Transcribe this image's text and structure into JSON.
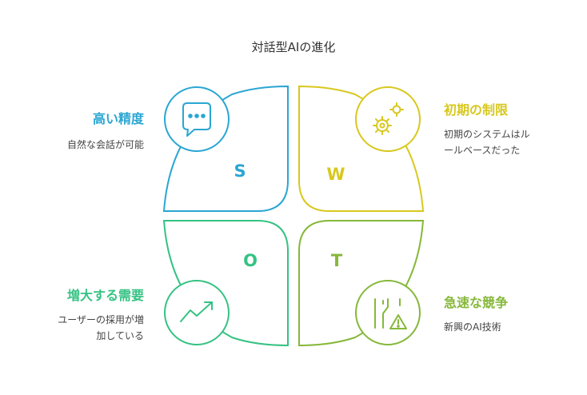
{
  "title": "対話型AIの進化",
  "colors": {
    "s": "#2aa6d3",
    "w": "#d8c81e",
    "o": "#35c283",
    "t": "#86b83a"
  },
  "quadrants": {
    "s": {
      "letter": "S",
      "heading": "高い精度",
      "desc_lines": [
        "自然な会話が可能"
      ],
      "icon": "chat-bubble-icon"
    },
    "w": {
      "letter": "W",
      "heading": "初期の制限",
      "desc_lines": [
        "初期のシステムはル",
        "ールベースだった"
      ],
      "icon": "gears-icon"
    },
    "o": {
      "letter": "O",
      "heading": "増大する需要",
      "desc_lines": [
        "ユーザーの採用が増",
        "加している"
      ],
      "icon": "trend-up-icon"
    },
    "t": {
      "letter": "T",
      "heading": "急速な競争",
      "desc_lines": [
        "新興のAI技術"
      ],
      "icon": "road-warning-icon"
    }
  }
}
